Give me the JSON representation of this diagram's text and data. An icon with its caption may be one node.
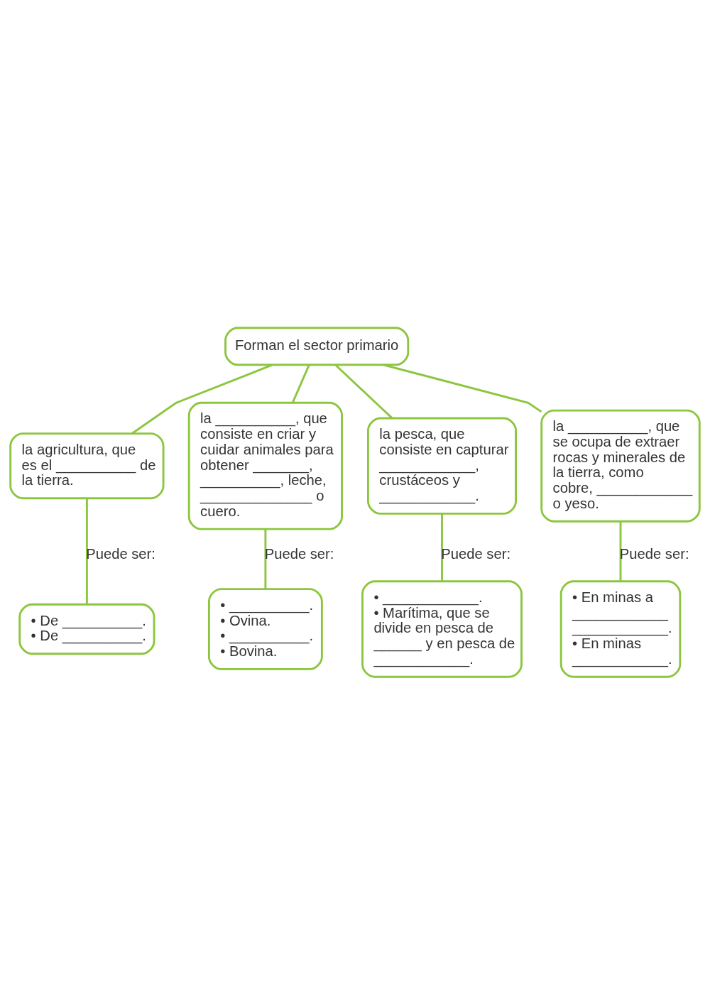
{
  "diagram": {
    "nodes": [
      {
        "text": [
          "Forman el sector primario"
        ]
      },
      {
        "text": [
          "la agricultura, que es el __________ de la tierra."
        ]
      },
      {
        "text": [
          "• De __________.",
          "• De __________."
        ]
      },
      {
        "text": [
          "la __________, que consiste en criar y cuidar animales para obtener _______, __________, leche, ______________ o cuero."
        ]
      },
      {
        "text": [
          "• __________.",
          "• Ovina.",
          "• __________.",
          "• Bovina."
        ]
      },
      {
        "text": [
          "la pesca, que consiste en capturar ____________, crustáceos y ____________."
        ]
      },
      {
        "text": [
          "• ____________.",
          "• Marítima, que se divide en pesca de ______ y en pesca de ____________."
        ]
      },
      {
        "text": [
          "la __________, que se ocupa de extraer rocas y minerales de la tierra, como cobre, ____________ o yeso."
        ]
      },
      {
        "text": [
          "• En minas a ____________ ____________.",
          "• En minas ____________."
        ]
      }
    ],
    "edges": [
      {
        "from": 0,
        "to": 1,
        "arrow": "none"
      },
      {
        "from": 0,
        "to": 3,
        "arrow": "none"
      },
      {
        "from": 0,
        "to": 5,
        "arrow": "none"
      },
      {
        "from": 0,
        "to": 7,
        "arrow": "none"
      },
      {
        "from": 1,
        "to": 2,
        "arrow": "none",
        "label": "Puede ser:"
      },
      {
        "from": 3,
        "to": 4,
        "arrow": "none",
        "label": "Puede ser:"
      },
      {
        "from": 5,
        "to": 6,
        "arrow": "none",
        "label": "Puede ser:"
      },
      {
        "from": 7,
        "to": 8,
        "arrow": "none",
        "label": "Puede ser:"
      }
    ]
  }
}
